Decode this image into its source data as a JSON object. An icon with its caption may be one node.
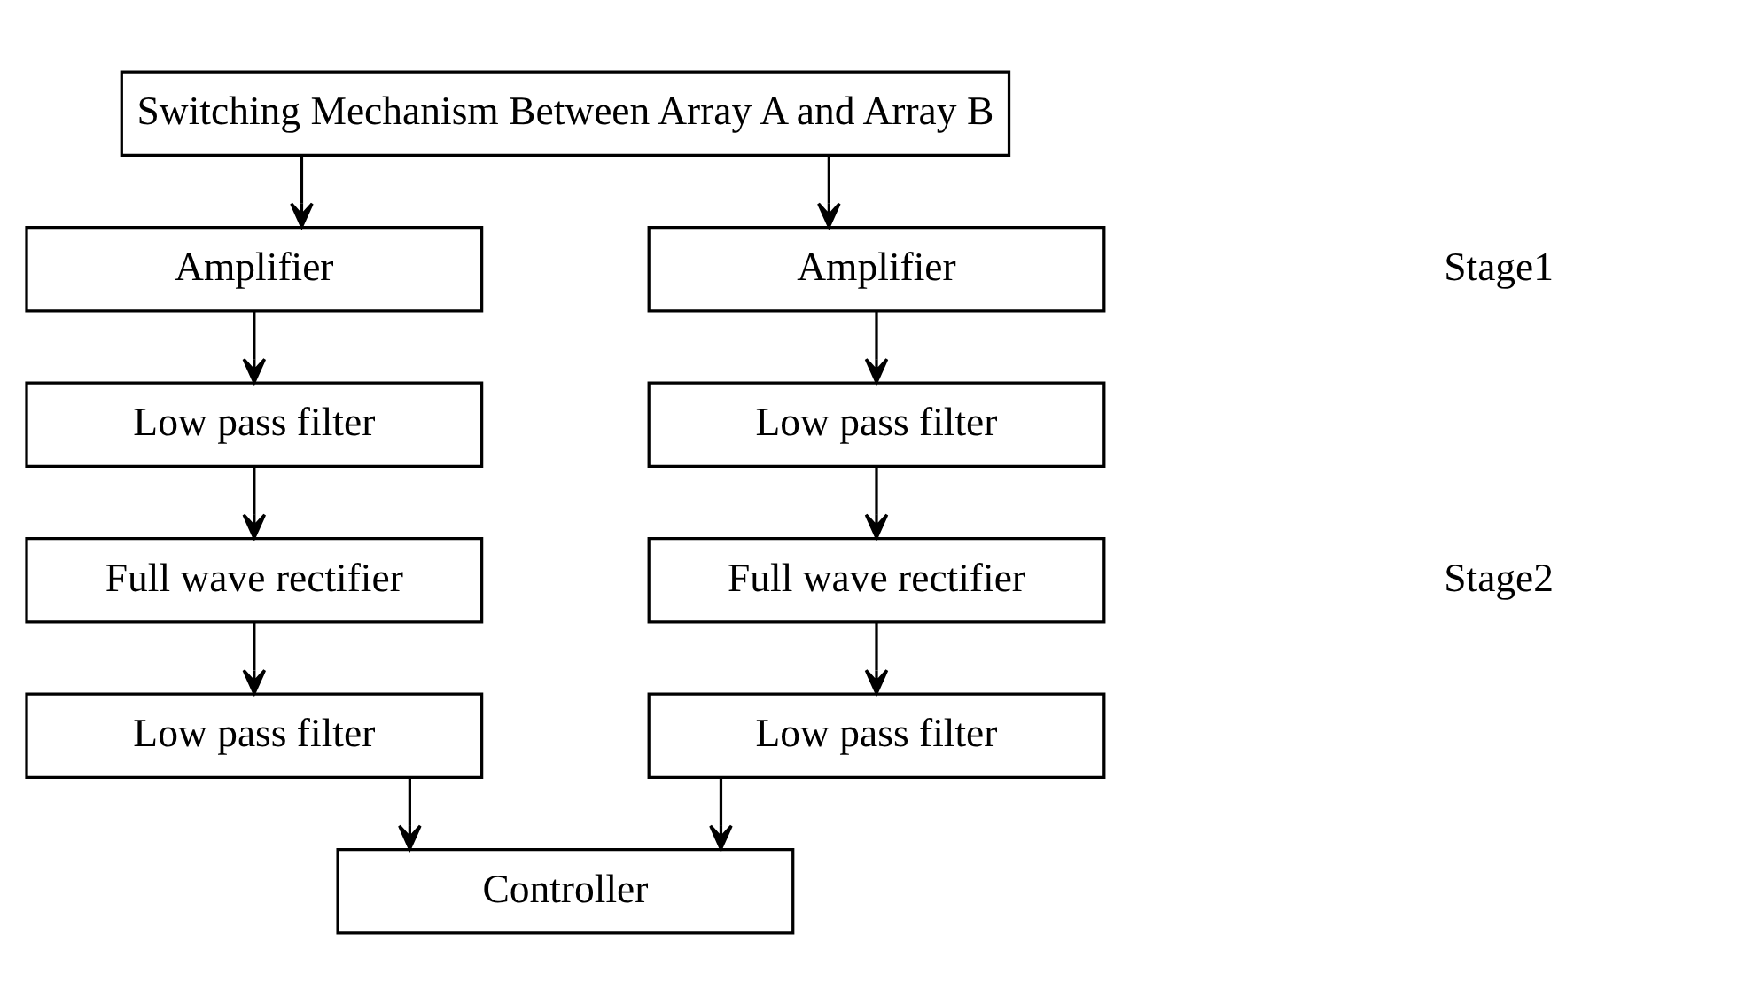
{
  "diagram": {
    "nodes": [
      {
        "text": [
          "Switching Mechanism Between Array A and Array B"
        ]
      },
      {
        "text": [
          "Amplifier"
        ]
      },
      {
        "text": [
          "Amplifier"
        ]
      },
      {
        "text": [
          "Low pass filter"
        ]
      },
      {
        "text": [
          "Low pass filter"
        ]
      },
      {
        "text": [
          "Full wave rectifier"
        ]
      },
      {
        "text": [
          "Full wave rectifier"
        ]
      },
      {
        "text": [
          "Low pass filter"
        ]
      },
      {
        "text": [
          "Low pass filter"
        ]
      },
      {
        "text": [
          "Controller"
        ]
      }
    ],
    "edges": [
      {
        "from": 0,
        "to": 1,
        "arrow": "to"
      },
      {
        "from": 0,
        "to": 2,
        "arrow": "to"
      },
      {
        "from": 1,
        "to": 3,
        "arrow": "to"
      },
      {
        "from": 3,
        "to": 5,
        "arrow": "to"
      },
      {
        "from": 5,
        "to": 7,
        "arrow": "to"
      },
      {
        "from": 2,
        "to": 4,
        "arrow": "to"
      },
      {
        "from": 4,
        "to": 6,
        "arrow": "to"
      },
      {
        "from": 6,
        "to": 8,
        "arrow": "to"
      },
      {
        "from": 7,
        "to": 9,
        "arrow": "to"
      },
      {
        "from": 8,
        "to": 9,
        "arrow": "to"
      }
    ],
    "labels": [
      "Stage1",
      "Stage2"
    ]
  }
}
